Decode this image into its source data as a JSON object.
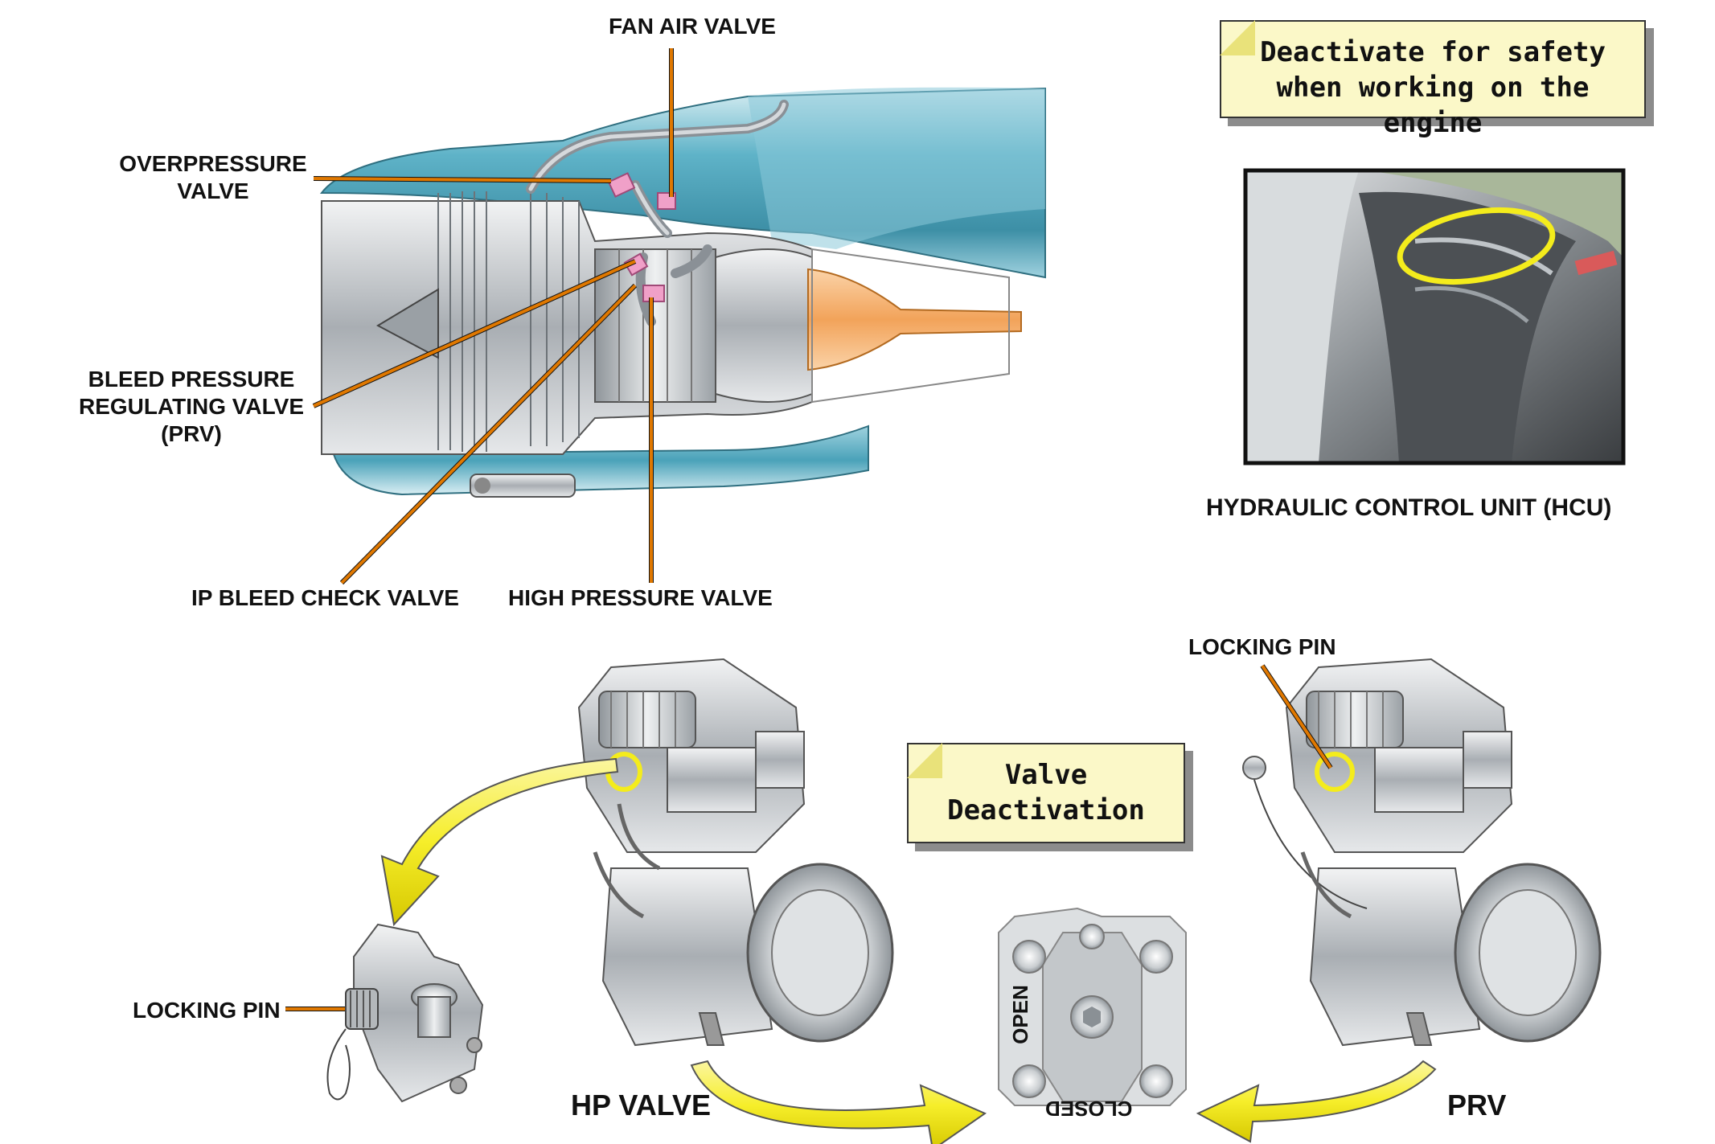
{
  "labels": {
    "fan_air_valve": "FAN AIR VALVE",
    "overpressure_valve_line1": "OVERPRESSURE",
    "overpressure_valve_line2": "VALVE",
    "bleed_prv_line1": "BLEED PRESSURE",
    "bleed_prv_line2": "REGULATING VALVE",
    "bleed_prv_line3": "(PRV)",
    "ip_bleed_check_valve": "IP BLEED CHECK VALVE",
    "high_pressure_valve": "HIGH PRESSURE VALVE",
    "hcu": "HYDRAULIC CONTROL UNIT (HCU)",
    "locking_pin_top": "LOCKING PIN",
    "locking_pin_left": "LOCKING PIN",
    "hp_valve": "HP VALVE",
    "prv": "PRV",
    "open": "OPEN",
    "closed": "CLOSED"
  },
  "notes": {
    "safety_line1": "Deactivate for safety",
    "safety_line2": "when working on the engine",
    "valve_line1": "Valve",
    "valve_line2": "Deactivation"
  },
  "colors": {
    "nacelle_blue": "#5fb3c8",
    "metal_grey": "#b8bcc0",
    "exhaust_orange": "#f2a35a",
    "leader_orange": "#e07800",
    "highlight_yellow": "#f4ec1c",
    "arrow_yellow": "#f6ee2a",
    "valve_pink": "#f0a0c8",
    "note_bg": "#fbf8c8"
  },
  "icons": [
    "engine-cutaway-illustration",
    "hcu-photo",
    "hp-valve-illustration",
    "prv-illustration",
    "locking-pin-detail",
    "open-closed-indicator-plate"
  ]
}
